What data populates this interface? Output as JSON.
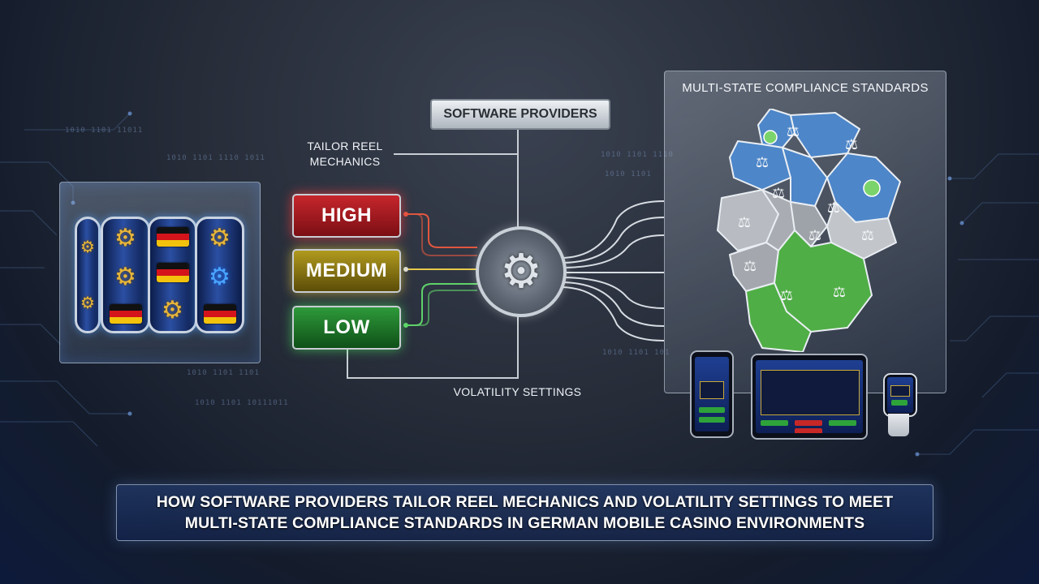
{
  "header": {
    "software_providers": "SOFTWARE PROVIDERS",
    "tailor_reel_mechanics": [
      "TAILOR REEL",
      "MECHANICS"
    ]
  },
  "volatility": {
    "levels": [
      {
        "label": "HIGH",
        "color": "#c6262c"
      },
      {
        "label": "MEDIUM",
        "color": "#b09a1e"
      },
      {
        "label": "LOW",
        "color": "#2e9a3a"
      }
    ],
    "settings_label": "VOLATILITY SETTINGS"
  },
  "compliance": {
    "title": "MULTI-STATE COMPLIANCE STANDARDS",
    "region_colors": {
      "north": "#4d86c9",
      "center": "#b8bcc2",
      "south": "#4fae45"
    }
  },
  "icons": {
    "hub": "gear-icon",
    "state": "scales-of-justice-icon",
    "reel_symbols": [
      "gear-icon",
      "german-flag-icon"
    ]
  },
  "binary": [
    "1010 1101 11011",
    "1010 1101 1110 1011",
    "1010 1101 1101",
    "1010 1101 10111011",
    "1010 1101 1110",
    "1010 1101",
    "1010 1101 101"
  ],
  "banner": {
    "line1": "HOW SOFTWARE PROVIDERS TAILOR REEL MECHANICS AND VOLATILITY SETTINGS TO MEET",
    "line2": "MULTI-STATE COMPLIANCE STANDARDS IN GERMAN MOBILE CASINO ENVIRONMENTS"
  }
}
